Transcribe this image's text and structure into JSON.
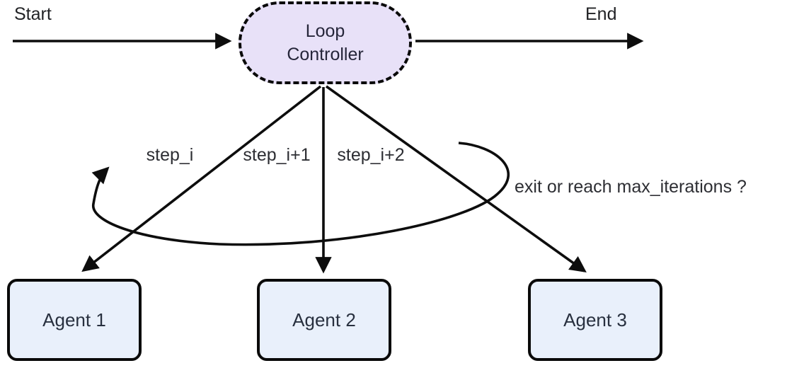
{
  "flow": {
    "start_label": "Start",
    "end_label": "End",
    "controller": {
      "label": "Loop Controller",
      "fill": "#e8e1f8",
      "border_style": "dashed",
      "border_color": "#0a0a0a"
    },
    "agents": [
      {
        "label": "Agent 1",
        "fill": "#e9f0fb"
      },
      {
        "label": "Agent 2",
        "fill": "#e9f0fb"
      },
      {
        "label": "Agent 3",
        "fill": "#e9f0fb"
      }
    ],
    "edge_labels": {
      "steps": [
        "step_i",
        "step_i+1",
        "step_i+2"
      ],
      "loop_condition": "exit or reach max_iterations ?"
    },
    "colors": {
      "edge": "#0d0d0d",
      "text": "#2d2e33",
      "background": "#ffffff"
    }
  }
}
